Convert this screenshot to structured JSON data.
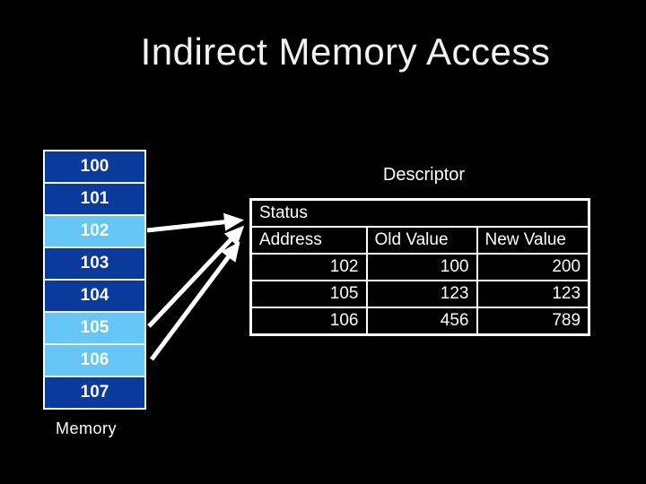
{
  "slide": {
    "title": "Indirect Memory Access"
  },
  "memory": {
    "label": "Memory",
    "cells": [
      {
        "address": "100",
        "highlighted": false
      },
      {
        "address": "101",
        "highlighted": false
      },
      {
        "address": "102",
        "highlighted": true
      },
      {
        "address": "103",
        "highlighted": false
      },
      {
        "address": "104",
        "highlighted": false
      },
      {
        "address": "105",
        "highlighted": true
      },
      {
        "address": "106",
        "highlighted": true
      },
      {
        "address": "107",
        "highlighted": false
      }
    ]
  },
  "descriptor": {
    "label": "Descriptor",
    "table": {
      "status_header": "Status",
      "columns": [
        "Address",
        "Old Value",
        "New Value"
      ],
      "rows": [
        [
          "102",
          "100",
          "200"
        ],
        [
          "105",
          "123",
          "123"
        ],
        [
          "106",
          "456",
          "789"
        ]
      ]
    }
  },
  "arrows": {
    "description": "white arrows from highlighted memory cells to descriptor table",
    "from_cells": [
      "102",
      "105",
      "106"
    ],
    "to": "descriptor-table"
  },
  "colors": {
    "background": "#000000",
    "memory_cell": "#0a3a9c",
    "memory_cell_highlight": "#66c7f7",
    "border": "#ffffff",
    "text": "#ffffff",
    "arrow": "#ffffff"
  }
}
